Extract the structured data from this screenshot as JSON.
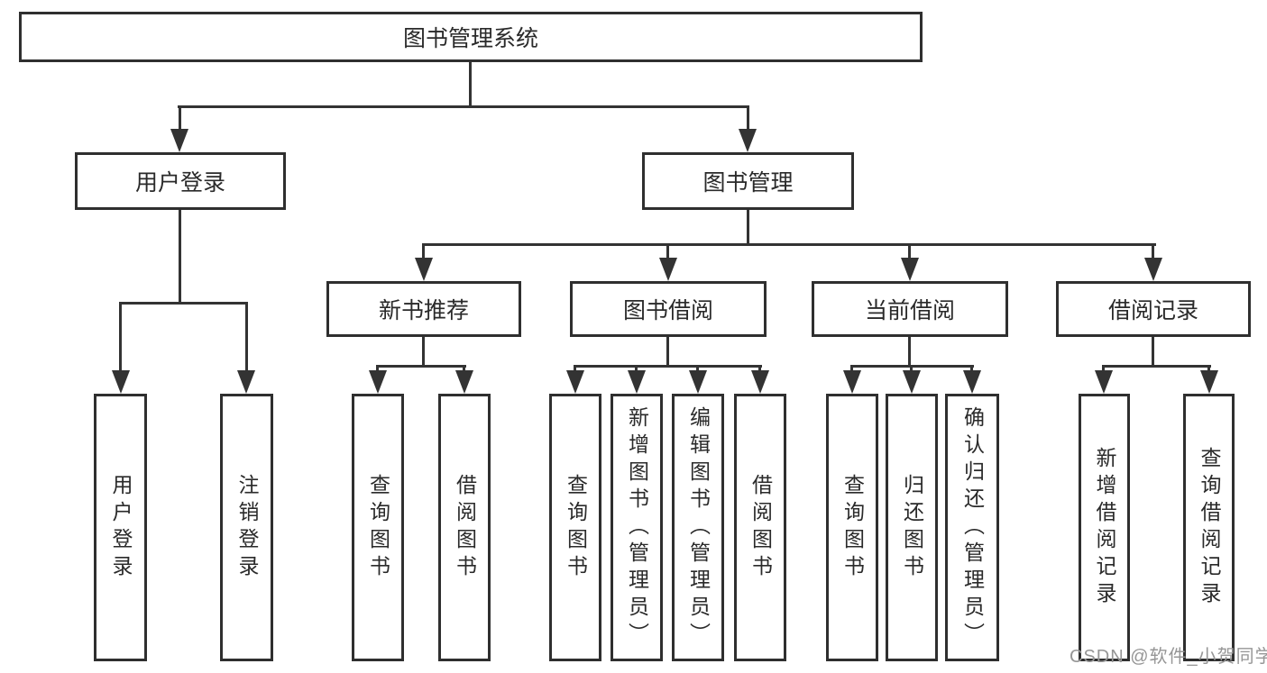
{
  "page": {
    "background": "#ffffff"
  },
  "colors": {
    "line": "#333333",
    "box_border": "#2f2f2f",
    "text": "#2a2a2a",
    "watermark": "#969696"
  },
  "tree": {
    "label": "图书管理系统",
    "children": [
      {
        "label": "用户登录",
        "children": [
          {
            "label": "用户登录"
          },
          {
            "label": "注销登录"
          }
        ]
      },
      {
        "label": "图书管理",
        "children": [
          {
            "label": "新书推荐",
            "children": [
              {
                "label": "查询图书"
              },
              {
                "label": "借阅图书"
              }
            ]
          },
          {
            "label": "图书借阅",
            "children": [
              {
                "label": "查询图书"
              },
              {
                "label": "新增图书（管理员）"
              },
              {
                "label": "编辑图书（管理员）"
              },
              {
                "label": "借阅图书"
              }
            ]
          },
          {
            "label": "当前借阅",
            "children": [
              {
                "label": "查询图书"
              },
              {
                "label": "归还图书"
              },
              {
                "label": "确认归还（管理员）"
              }
            ]
          },
          {
            "label": "借阅记录",
            "children": [
              {
                "label": "新增借阅记录"
              },
              {
                "label": "查询借阅记录"
              }
            ]
          }
        ]
      }
    ]
  },
  "watermark": "CSDN @软件_小贺同学"
}
